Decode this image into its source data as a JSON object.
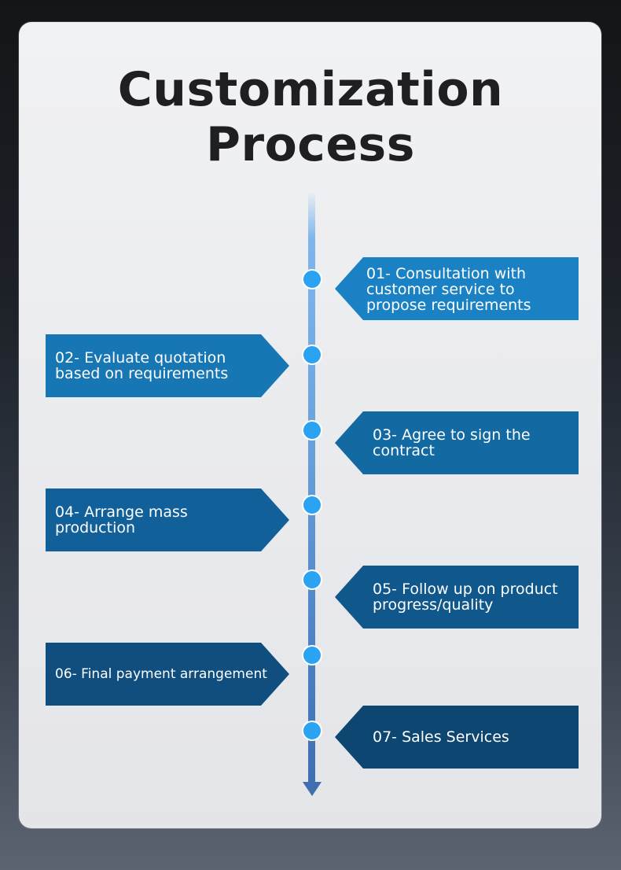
{
  "title": {
    "line1": "Customization",
    "line2": "Process"
  },
  "steps": [
    {
      "text": "01- Consultation with customer service to propose requirements",
      "side": "right",
      "color": "#1a82c4"
    },
    {
      "text": "02- Evaluate quotation based on requirements",
      "side": "left",
      "color": "#1776b4"
    },
    {
      "text": "03- Agree to sign the contract",
      "side": "right",
      "color": "#136aa3"
    },
    {
      "text": "04- Arrange mass production",
      "side": "left",
      "color": "#12609a"
    },
    {
      "text": "05- Follow up on product progress/quality",
      "side": "right",
      "color": "#10578c"
    },
    {
      "text": "06- Final payment arrangement",
      "side": "left",
      "color": "#0f4e7e"
    },
    {
      "text": "07- Sales Services",
      "side": "right",
      "color": "#0d4670"
    }
  ]
}
